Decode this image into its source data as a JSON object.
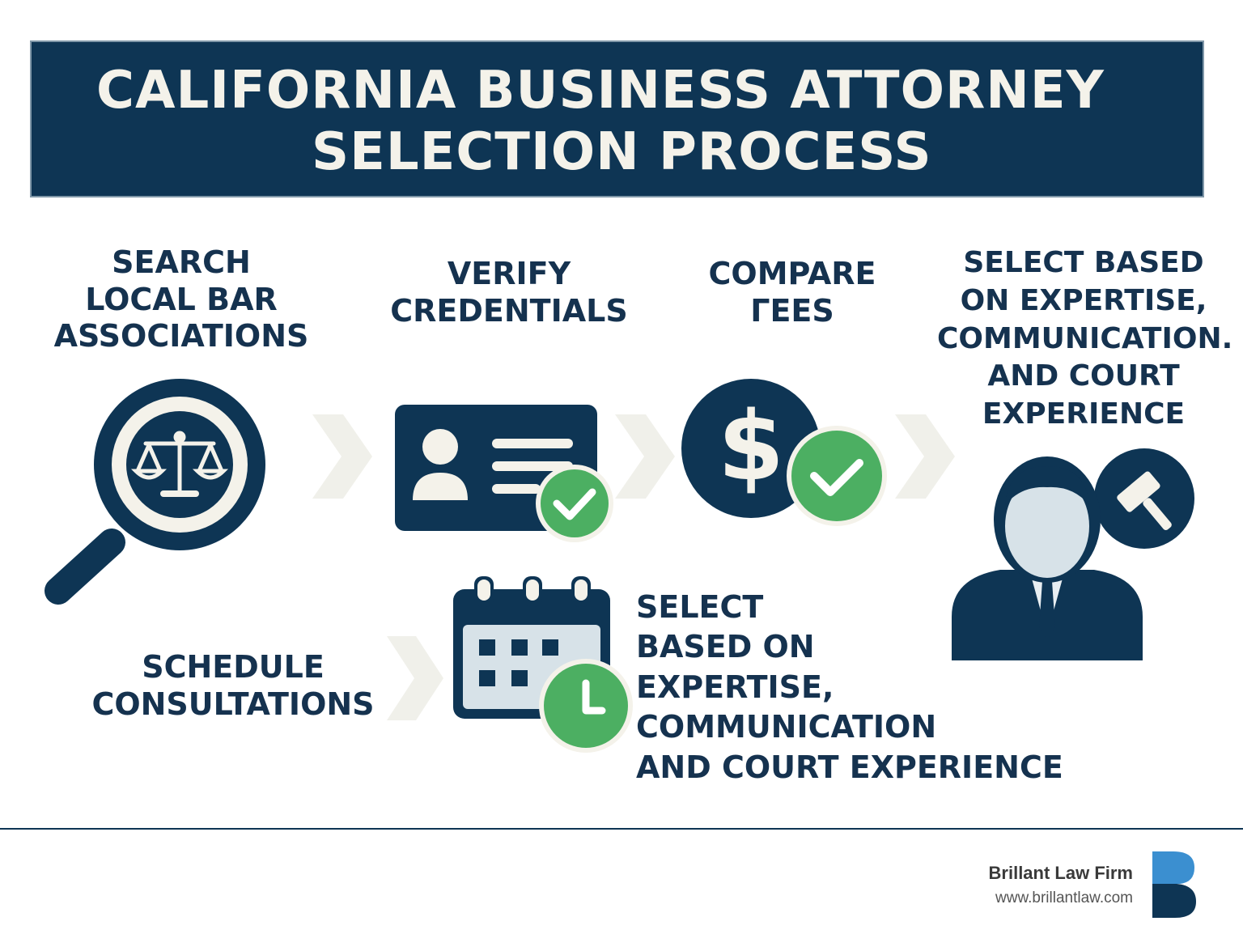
{
  "title": {
    "line1": "CALIFORNIA BUSINESS ATTORNEY",
    "line2": "SELECTION PROCESS"
  },
  "steps": [
    {
      "label": "SEARCH\nLOCAL BAR\nASSOCIATIONS",
      "icon": "magnifier-scales-icon"
    },
    {
      "label": "VERIFY\nCREDENTIALS",
      "icon": "id-card-check-icon"
    },
    {
      "label": "COMPARE\nΓEES",
      "icon": "dollar-check-icon"
    },
    {
      "label": "SELECT BASED\nON EXPERTISE,\nCOMMUNICATION.\nAND COURT\nEXPERIENCE",
      "icon": "attorney-gavel-icon"
    },
    {
      "label": "SCHEDULE\nCONSULTATIONS",
      "icon": "calendar-clock-icon"
    },
    {
      "label": "  SELECT\n BASED ON\n EXPERTISE,\nCOMMUNICATION\nAND COURT EXPERIENCE",
      "icon": ""
    }
  ],
  "footer": {
    "brand_name": "Brillant Law Firm",
    "brand_url": "www.brillantlaw.com",
    "logo_icon": "b-logo-icon"
  },
  "colors": {
    "navy": "#0e3554",
    "green": "#4caf62",
    "arrow": "#f0f0ea",
    "light": "#f4f2ea"
  }
}
